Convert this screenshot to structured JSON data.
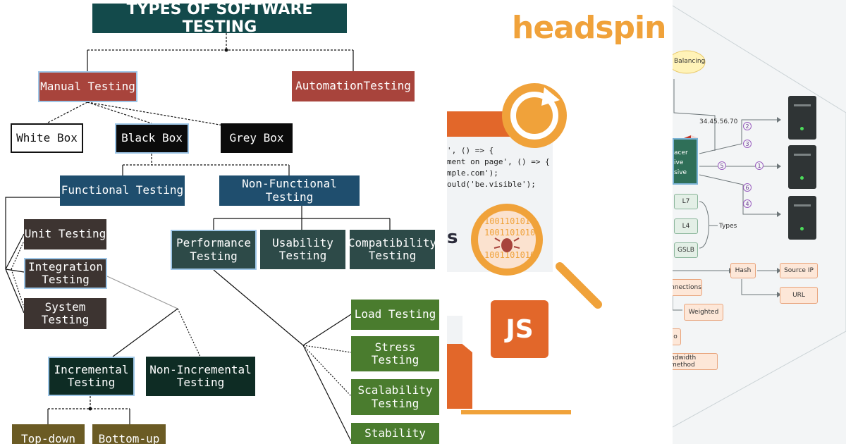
{
  "diagram": {
    "title": "TYPES OF SOFTWARE TESTING",
    "manual": "Manual Testing",
    "automation": "AutomationTesting",
    "white_box": "White Box",
    "black_box": "Black Box",
    "grey_box": "Grey Box",
    "functional": "Functional Testing",
    "non_functional": "Non-Functional Testing",
    "unit": "Unit Testing",
    "integration": "Integration\nTesting",
    "system": "System\nTesting",
    "performance": "Performance\nTesting",
    "usability": "Usability\nTesting",
    "compatibility": "Compatibility\nTesting",
    "incremental": "Incremental\nTesting",
    "non_incremental": "Non-Incremental\nTesting",
    "load": "Load Testing",
    "stress": "Stress\nTesting",
    "scalability": "Scalability\nTesting",
    "stability": "Stability",
    "top_down": "Top-down",
    "bottom_up": "Bottom-up"
  },
  "middle": {
    "logo": "headspin",
    "code_lines": "', () => {\nment on page', () => {\nmple.com');\nould('be.visible');",
    "partial_letter": "s",
    "js_badge": "JS",
    "binary_text": "1001101010",
    "colors": {
      "orange": "#e2672a",
      "logo": "#f0a23a"
    }
  },
  "right": {
    "balancing": "Balancing",
    "ip": "34.45.56.70",
    "lb_text": "acer\nive\nsive",
    "l7": "L7",
    "l4": "L4",
    "gslb": "GSLB",
    "types": "Types",
    "hash": "Hash",
    "source_ip": "Source IP",
    "url": "URL",
    "connections": "nnections",
    "weighted": "Weighted",
    "bandwidth": "ndwidth method",
    "partial_o": "o",
    "step_2": "2",
    "step_3": "3",
    "step_5": "5",
    "step_1": "1",
    "step_6": "6",
    "step_4": "4"
  }
}
